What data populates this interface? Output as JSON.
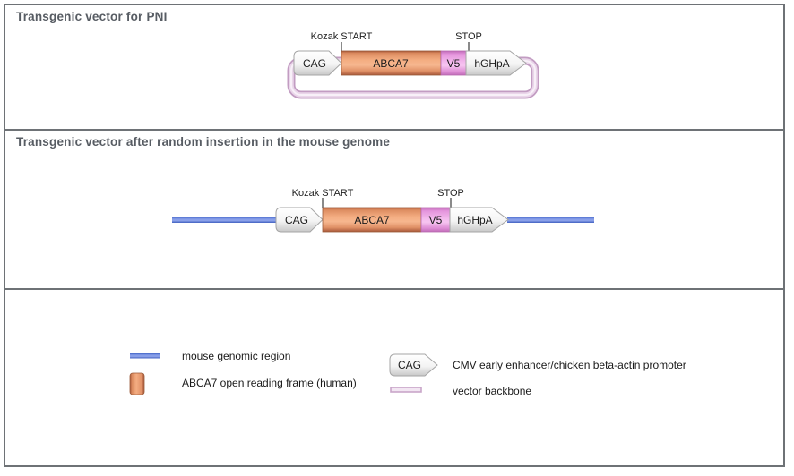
{
  "panels": {
    "vector": {
      "title": "Transgenic vector for PNI",
      "labels": {
        "kozak": "Kozak START",
        "stop": "STOP"
      },
      "elements": {
        "promoter": "CAG",
        "orf": "ABCA7",
        "tag": "V5",
        "polya": "hGHpA"
      }
    },
    "insertion": {
      "title": "Transgenic vector after random insertion in the mouse genome",
      "labels": {
        "kozak": "Kozak START",
        "stop": "STOP"
      },
      "elements": {
        "promoter": "CAG",
        "orf": "ABCA7",
        "tag": "V5",
        "polya": "hGHpA"
      }
    },
    "legend": {
      "items": [
        {
          "symbol": "blue-line-swatch",
          "label": "mouse genomic region"
        },
        {
          "symbol": "orange-box-swatch",
          "label": "ABCA7  open reading frame (human)"
        },
        {
          "symbol": "cag-arrow-swatch",
          "symbol_label": "CAG",
          "label": "CMV early enhancer/chicken beta-actin promoter"
        },
        {
          "symbol": "pink-line-swatch",
          "label": "vector backbone"
        }
      ]
    }
  },
  "colors": {
    "frame_border": "#6e7276",
    "title_text": "#575c63",
    "body_text": "#1a1a1a",
    "genomic_blue": "#5b7bd9",
    "orf_orange": "#f2a77c",
    "tag_pink": "#eda2e4",
    "backbone_pink": "#d9bcd9",
    "arrow_white": "#f2f2f2"
  }
}
